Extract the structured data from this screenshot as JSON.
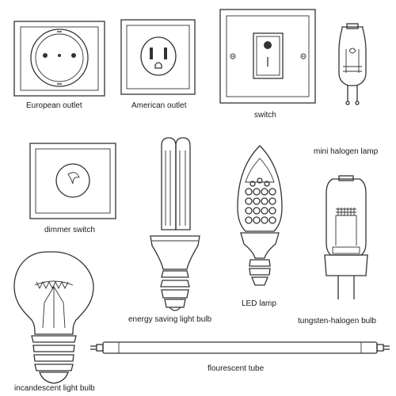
{
  "labels": {
    "european_outlet": "European outlet",
    "american_outlet": "American outlet",
    "switch": "switch",
    "mini_halogen": "mini halogen lamp",
    "dimmer": "dimmer switch",
    "energy_saving": "energy saving light bulb",
    "led": "LED lamp",
    "tungsten": "tungsten-halogen bulb",
    "incandescent": "incandescent light bulb",
    "fluorescent": "flourescent tube"
  },
  "stock_id": "163905799",
  "icons": [
    "european-outlet-icon",
    "american-outlet-icon",
    "switch-icon",
    "mini-halogen-lamp-icon",
    "dimmer-switch-icon",
    "energy-saving-bulb-icon",
    "led-lamp-icon",
    "tungsten-halogen-bulb-icon",
    "incandescent-bulb-icon",
    "fluorescent-tube-icon"
  ]
}
